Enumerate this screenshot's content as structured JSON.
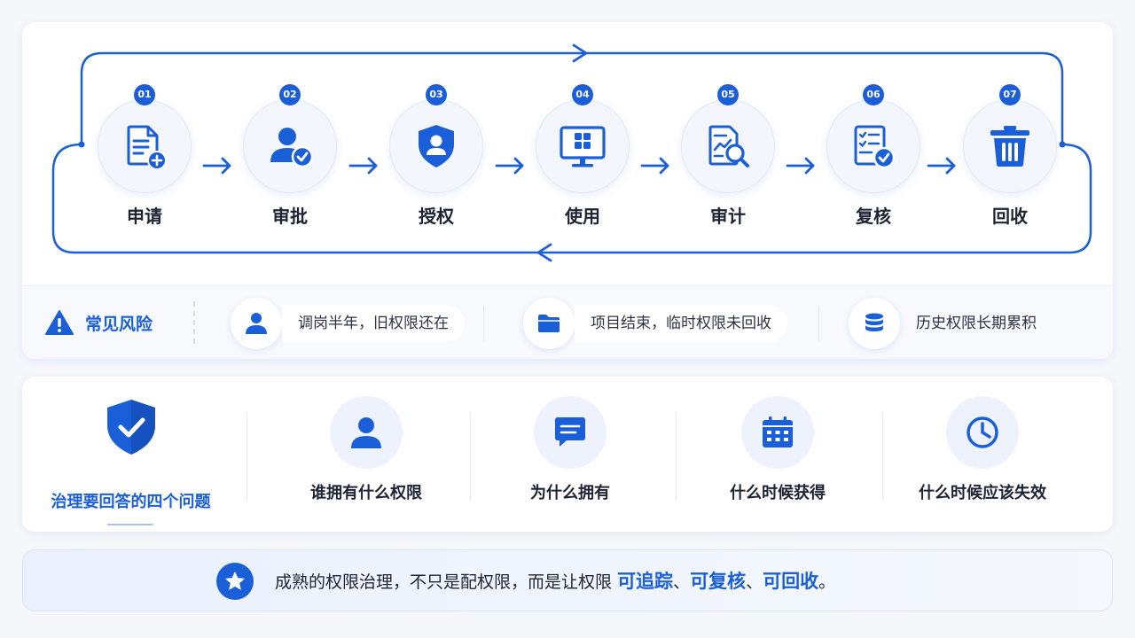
{
  "colors": {
    "accent": "#1a5fd8",
    "accent_light": "#edf2fc",
    "text": "#1d2433"
  },
  "steps": [
    {
      "num": "01",
      "label": "申请",
      "icon": "document-add-icon"
    },
    {
      "num": "02",
      "label": "审批",
      "icon": "user-check-icon"
    },
    {
      "num": "03",
      "label": "授权",
      "icon": "shield-user-icon"
    },
    {
      "num": "04",
      "label": "使用",
      "icon": "monitor-apps-icon"
    },
    {
      "num": "05",
      "label": "审计",
      "icon": "report-search-icon"
    },
    {
      "num": "06",
      "label": "复核",
      "icon": "checklist-check-icon"
    },
    {
      "num": "07",
      "label": "回收",
      "icon": "trash-icon"
    }
  ],
  "risks": {
    "title": "常见风险",
    "title_icon": "warning-icon",
    "items": [
      {
        "icon": "user-icon",
        "text": "调岗半年，旧权限还在"
      },
      {
        "icon": "folder-icon",
        "text": "项目结束，临时权限未回收"
      },
      {
        "icon": "database-icon",
        "text": "历史权限长期累积"
      }
    ]
  },
  "questions": {
    "title": "治理要回答的四个问题",
    "title_icon": "shield-check-icon",
    "items": [
      {
        "icon": "user-icon",
        "text": "谁拥有什么权限"
      },
      {
        "icon": "message-icon",
        "text": "为什么拥有"
      },
      {
        "icon": "calendar-icon",
        "text": "什么时候获得"
      },
      {
        "icon": "clock-icon",
        "text": "什么时候应该失效"
      }
    ]
  },
  "conclusion": {
    "icon": "star-icon",
    "lead": "成熟的权限治理，不只是配权限，而是让权限 ",
    "hl1": "可追踪",
    "sep1": "、",
    "hl2": "可复核",
    "sep2": "、",
    "hl3": "可回收",
    "end": "。"
  }
}
